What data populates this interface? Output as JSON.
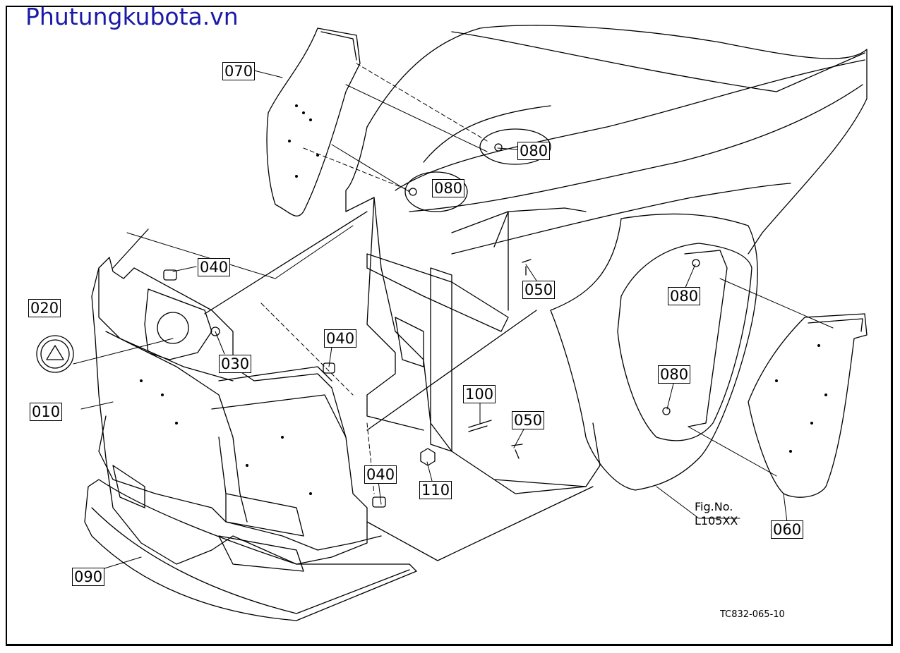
{
  "watermark": "Phutungkubota.vn",
  "callouts": {
    "c010": "010",
    "c020": "020",
    "c030": "030",
    "c040a": "040",
    "c040b": "040",
    "c040c": "040",
    "c050a": "050",
    "c050b": "050",
    "c060": "060",
    "c070": "070",
    "c080a": "080",
    "c080b": "080",
    "c080c": "080",
    "c080d": "080",
    "c090": "090",
    "c100": "100",
    "c110": "110"
  },
  "figure": {
    "line1": "Fig.No.",
    "line2": "L105XX"
  },
  "drawing_code": "TC832-065-10"
}
